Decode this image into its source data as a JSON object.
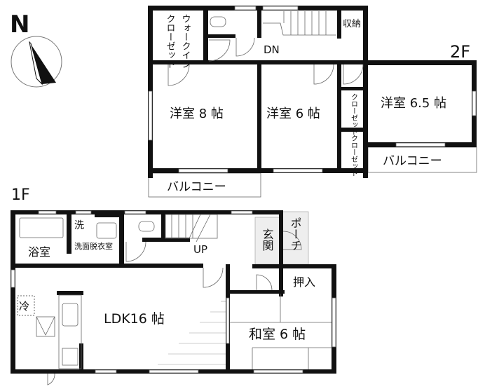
{
  "compass": {
    "label": "N"
  },
  "floor2": {
    "label": "2F",
    "rooms": {
      "walkin_closet_a": "ウォークイン",
      "walkin_closet_b": "クローゼット",
      "storage": "収納",
      "stairs": "DN",
      "western8": "洋室 8 帖",
      "western6": "洋室 6 帖",
      "western65": "洋室 6.5 帖",
      "closet1": "クローゼット",
      "closet2": "クローゼット",
      "balcony_left": "バルコニー",
      "balcony_right": "バルコニー"
    }
  },
  "floor1": {
    "label": "1F",
    "rooms": {
      "bath": "浴室",
      "washer": "洗",
      "washroom": "洗面脱衣室",
      "stairs": "UP",
      "entrance": "玄関",
      "porch": "ポーチ",
      "oshiire": "押入",
      "fridge": "冷",
      "ldk": "LDK16 帖",
      "japanese": "和室 6 帖"
    }
  }
}
